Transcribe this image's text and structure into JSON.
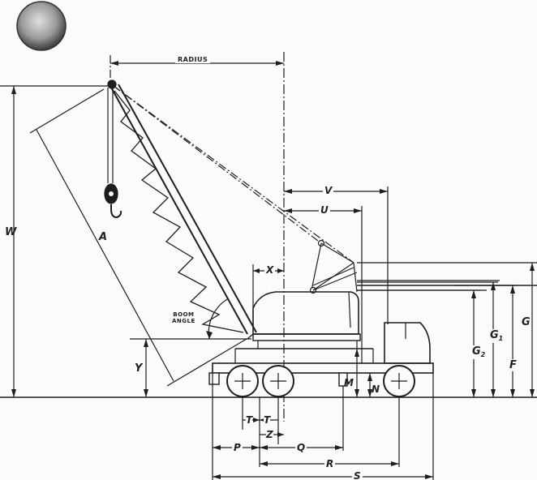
{
  "labels": {
    "radius": "RADIUS",
    "boom_angle_line1": "BOOM",
    "boom_angle_line2": "ANGLE",
    "w": "W",
    "a": "A",
    "y": "Y",
    "v": "V",
    "u": "U",
    "x": "X",
    "m": "M",
    "n": "N",
    "g": "G",
    "g1": "G",
    "g1_sub": "1",
    "g2": "G",
    "g2_sub": "2",
    "f": "F",
    "t_left": "T",
    "t_right": "T",
    "z": "Z",
    "p": "P",
    "q": "Q",
    "r": "R",
    "s": "S"
  },
  "colors": {
    "ink": "#1e1e1e",
    "paper": "#fbfbf9",
    "logo_dark": "#4a4a4a",
    "logo_light": "#d8d8d8"
  }
}
